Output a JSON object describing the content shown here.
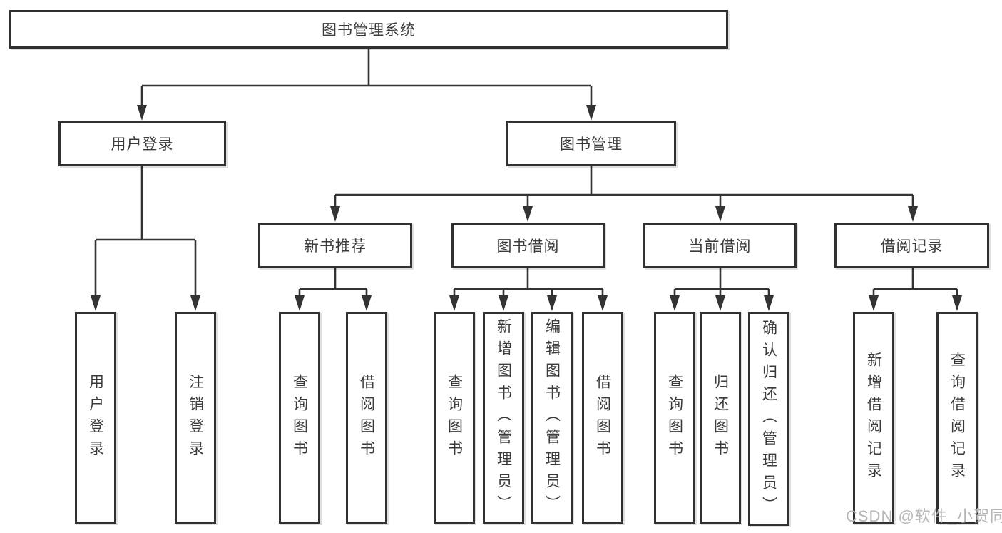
{
  "tree": {
    "root": "图书管理系统",
    "branches": [
      {
        "label": "用户登录",
        "leaves": [
          "用户登录",
          "注销登录"
        ]
      },
      {
        "label": "图书管理",
        "groups": [
          {
            "label": "新书推荐",
            "leaves": [
              "查询图书",
              "借阅图书"
            ]
          },
          {
            "label": "图书借阅",
            "leaves": [
              "查询图书",
              "新增图书（管理员）",
              "编辑图书（管理员）",
              "借阅图书"
            ]
          },
          {
            "label": "当前借阅",
            "leaves": [
              "查询图书",
              "归还图书",
              "确认归还（管理员）"
            ]
          },
          {
            "label": "借阅记录",
            "leaves": [
              "新增借阅记录",
              "查询借阅记录"
            ]
          }
        ]
      }
    ]
  },
  "watermark": {
    "text": "CSDN @软件_小贺同学"
  },
  "colors": {
    "line": "#333333",
    "box_border": "#313131",
    "text": "#3b3b3b",
    "watermark": "#b6b6b6",
    "background": "#ffffff"
  }
}
